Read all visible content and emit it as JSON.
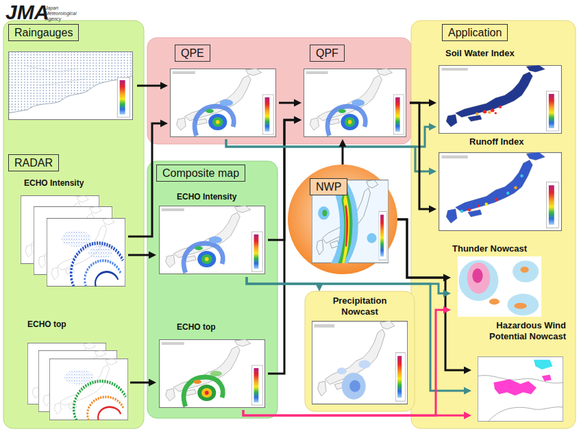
{
  "diagram": {
    "nodes": [
      {
        "text": [
          "Raingauges"
        ]
      },
      {
        "text": [
          "RADAR"
        ]
      },
      {
        "text": [
          "ECHO Intensity"
        ],
        "in": 1
      },
      {
        "text": [
          "ECHO top"
        ],
        "in": 1
      },
      {
        "text": [
          "Composite map"
        ]
      },
      {
        "text": [
          "ECHO Intensity"
        ],
        "in": 4
      },
      {
        "text": [
          "ECHO top"
        ],
        "in": 4
      },
      {
        "text": [
          "QPE"
        ]
      },
      {
        "text": [
          "QPF"
        ]
      },
      {
        "text": [
          "NWP"
        ]
      },
      {
        "text": [
          "Application"
        ]
      },
      {
        "text": [
          "Soil Water Index"
        ],
        "in": 10
      },
      {
        "text": [
          "Runoff Index"
        ],
        "in": 10
      },
      {
        "text": [
          "Thunder Nowcast"
        ],
        "in": 10
      },
      {
        "text": [
          "Hazardous Wind Potential Nowcast"
        ],
        "in": 10
      },
      {
        "text": [
          "Precipitation Nowcast"
        ]
      }
    ],
    "edges": [
      {
        "from": 0,
        "to": 7,
        "arrow": "to"
      },
      {
        "from": 2,
        "to": 7,
        "arrow": "to"
      },
      {
        "from": 2,
        "to": 5,
        "arrow": "to"
      },
      {
        "from": 3,
        "to": 6,
        "arrow": "to"
      },
      {
        "from": 7,
        "to": 8,
        "arrow": "to"
      },
      {
        "from": 5,
        "to": 8,
        "arrow": "to"
      },
      {
        "from": 6,
        "to": 8,
        "arrow": "to"
      },
      {
        "from": 7,
        "to": 11,
        "arrow": "to"
      },
      {
        "from": 7,
        "to": 12,
        "arrow": "to"
      },
      {
        "from": 8,
        "to": 11,
        "arrow": "to"
      },
      {
        "from": 8,
        "to": 12,
        "arrow": "to"
      },
      {
        "from": 9,
        "to": 8,
        "arrow": "to"
      },
      {
        "from": 9,
        "to": 13,
        "arrow": "to"
      },
      {
        "from": 9,
        "to": 14,
        "arrow": "to"
      },
      {
        "from": 5,
        "to": 15,
        "arrow": "to"
      },
      {
        "from": 5,
        "to": 13,
        "arrow": "to"
      },
      {
        "from": 5,
        "to": 14,
        "arrow": "to"
      },
      {
        "from": 6,
        "to": 13,
        "arrow": "to"
      },
      {
        "from": 6,
        "to": 14,
        "arrow": "to"
      }
    ],
    "labels": [
      "JMA",
      "Japan Meteorological Agency"
    ]
  }
}
